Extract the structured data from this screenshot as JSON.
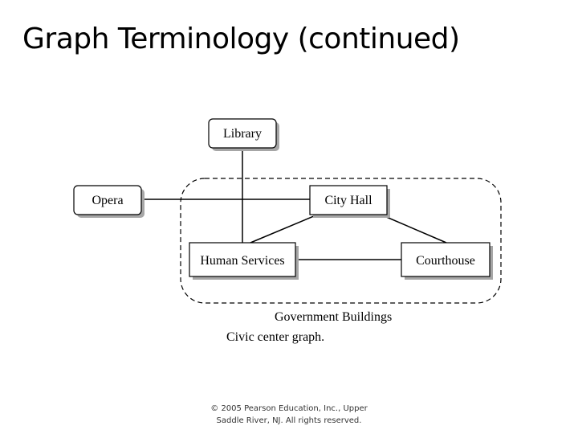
{
  "slide": {
    "title": "Graph Terminology (continued)"
  },
  "diagram": {
    "nodes": {
      "library": "Library",
      "opera": "Opera",
      "city_hall": "City Hall",
      "human_services": "Human Services",
      "courthouse": "Courthouse"
    },
    "group_label": "Government Buildings",
    "caption": "Civic center graph."
  },
  "footer": {
    "copyright_line1": "© 2005 Pearson Education, Inc., Upper",
    "copyright_line2": "Saddle River, NJ.  All rights reserved."
  },
  "colors": {
    "shadow": "#a6a6a6",
    "stroke": "#000000",
    "background": "#ffffff"
  }
}
